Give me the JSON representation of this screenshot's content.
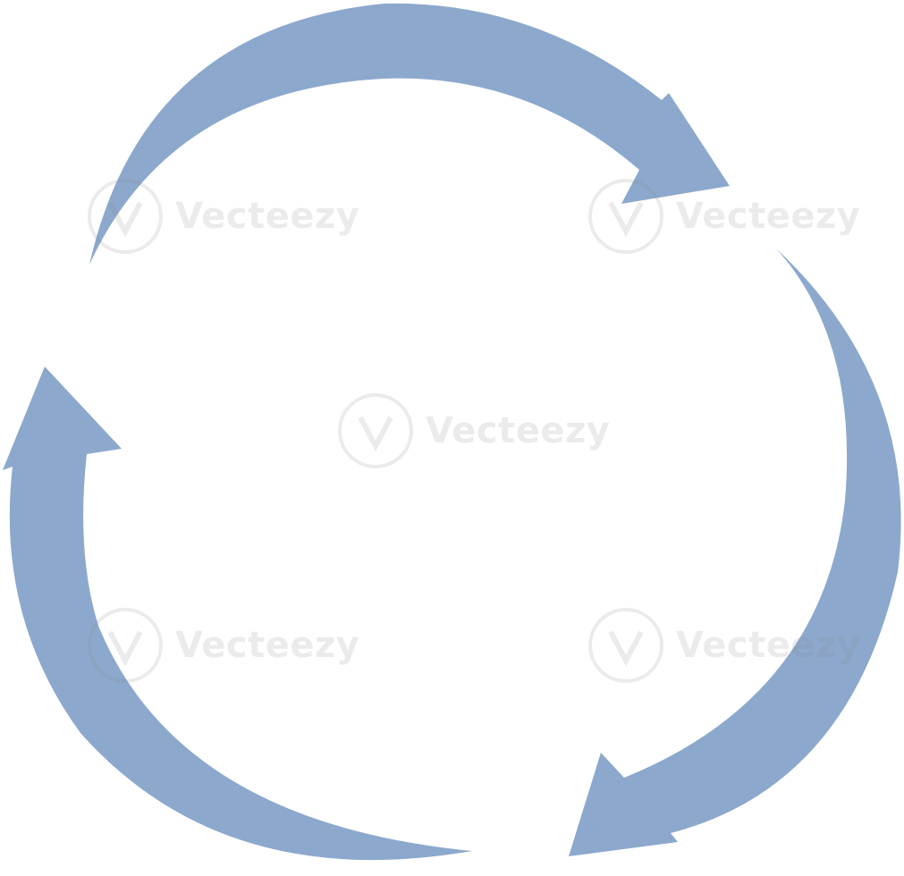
{
  "graphic": {
    "name": "recycle-cycle-arrows",
    "arrow_count": 3,
    "arrow_color": "#8CA8CD",
    "background_color": "#FFFFFF"
  },
  "watermark": {
    "text": "Vecteezy"
  }
}
